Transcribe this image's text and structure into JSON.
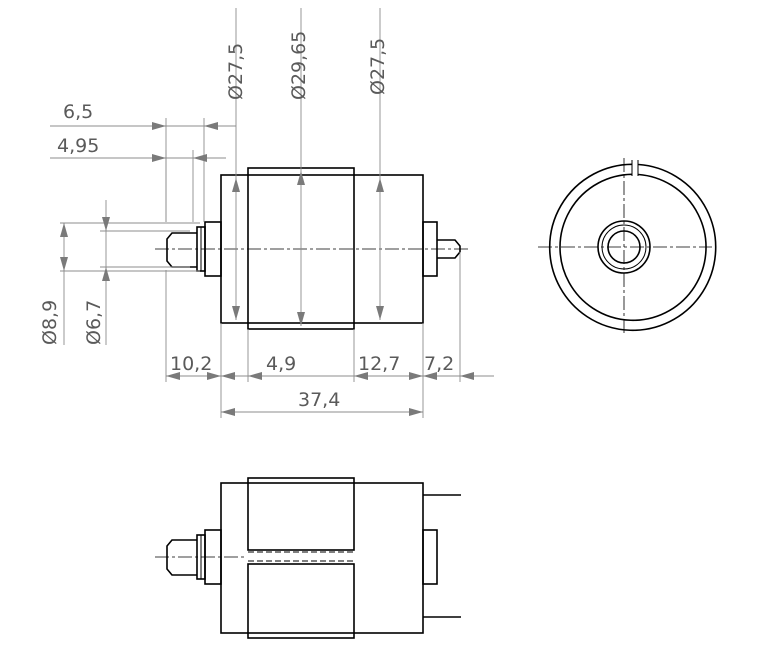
{
  "dimensions": {
    "dia_27_5_left": "Ø27,5",
    "dia_29_65": "Ø29,65",
    "dia_27_5_right": "Ø27,5",
    "len_6_5": "6,5",
    "len_4_95": "4,95",
    "dia_8_9": "Ø8,9",
    "dia_6_7": "Ø6,7",
    "len_10_2": "10,2",
    "len_4_9": "4,9",
    "len_12_7": "12,7",
    "len_7_2": "7,2",
    "len_37_4": "37,4"
  },
  "views": [
    "front-view",
    "end-view",
    "top-view"
  ]
}
